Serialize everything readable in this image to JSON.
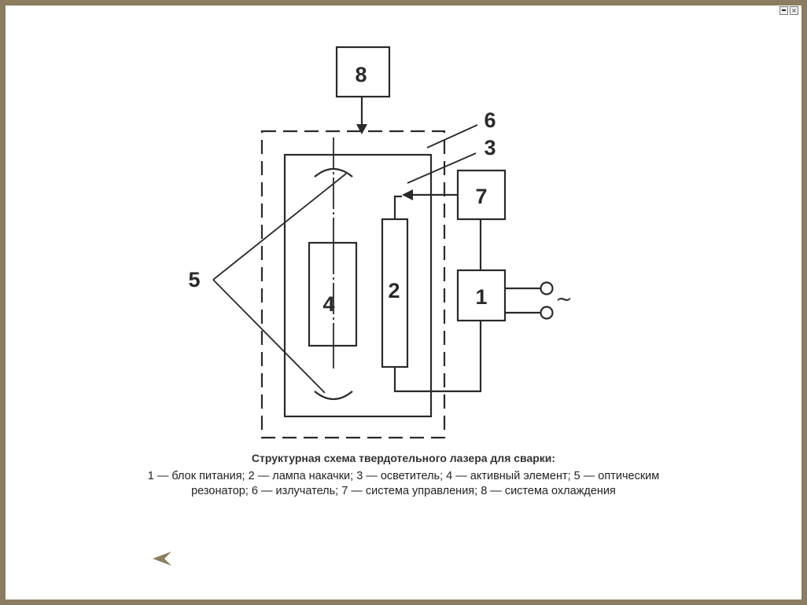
{
  "window": {
    "minimize_label": "",
    "close_label": "×"
  },
  "diagram": {
    "block_8": "8",
    "block_7": "7",
    "block_1": "1",
    "block_2": "2",
    "block_4": "4",
    "callout_6": "6",
    "callout_3": "3",
    "callout_5": "5",
    "ac_symbol": "~",
    "stroke_color": "#2a2a2a"
  },
  "caption": {
    "title": "Структурная схема твердотельного лазера для сварки:",
    "line1": "1 — блок питания; 2 — лампа накачки; 3 — осветитель; 4 — активный элемент; 5 — оптическим",
    "line2": "резонатор;   6 — излучатель; 7 — система управления; 8 — система охлаждения"
  },
  "nav": {
    "back_icon": "back-arrow-icon",
    "accent": "#8c7c60"
  }
}
